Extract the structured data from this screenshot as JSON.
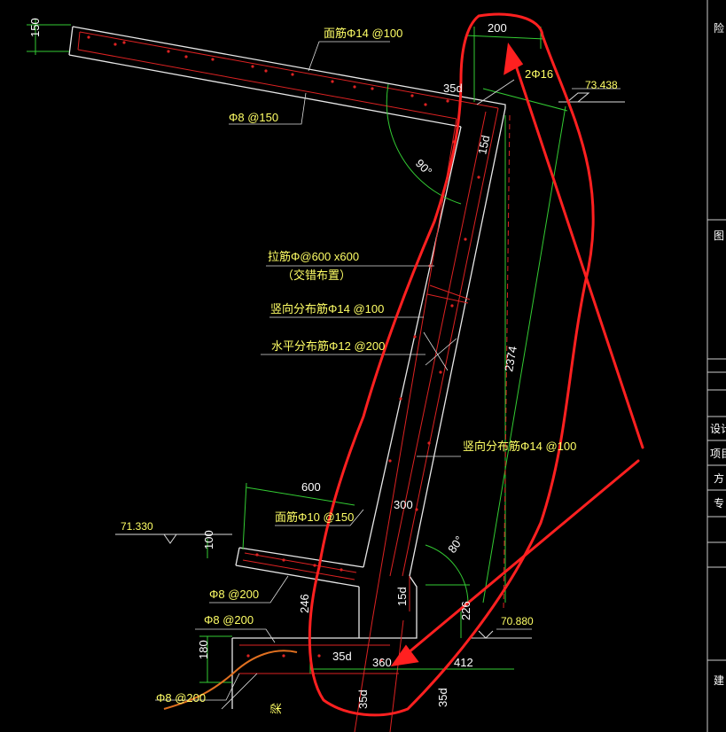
{
  "annotations": {
    "top_slab_rebar": "面筋Φ14 @100",
    "top_slab_dist": "Φ8 @150",
    "top_bar": "2Φ16",
    "tie_bars": "拉筋Φ@600 x600",
    "tie_note": "（交错布置）",
    "vert_dist_1": "竖向分布筋Φ14 @100",
    "horiz_dist": "水平分布筋Φ12 @200",
    "vert_dist_2": "竖向分布筋Φ14 @100",
    "ledge_rebar": "面筋Φ10 @150",
    "ledge_dist": "Φ8 @200",
    "base_dist_1": "Φ8 @200",
    "base_dist_2": "Φ8 @200",
    "beam_label": "梁"
  },
  "dimensions": {
    "d150": "150",
    "d200": "200",
    "d35d_top": "35d",
    "d15d_top": "15d",
    "angle90": "90°",
    "d2374": "2374",
    "d600": "600",
    "d300": "300",
    "d100": "100",
    "angle80": "80°",
    "d246": "246",
    "d15d_low": "15d",
    "d180": "180",
    "d35d_base": "35d",
    "d360": "360",
    "d412": "412",
    "d35d_v1": "35d",
    "d35d_v2": "35d",
    "d226": "226"
  },
  "elevations": {
    "e_top": "73.438",
    "e_left": "71.330",
    "e_bottom": "70.880"
  },
  "title_block": [
    "险",
    "图",
    "设计",
    "项目",
    "方",
    "专",
    "建"
  ]
}
